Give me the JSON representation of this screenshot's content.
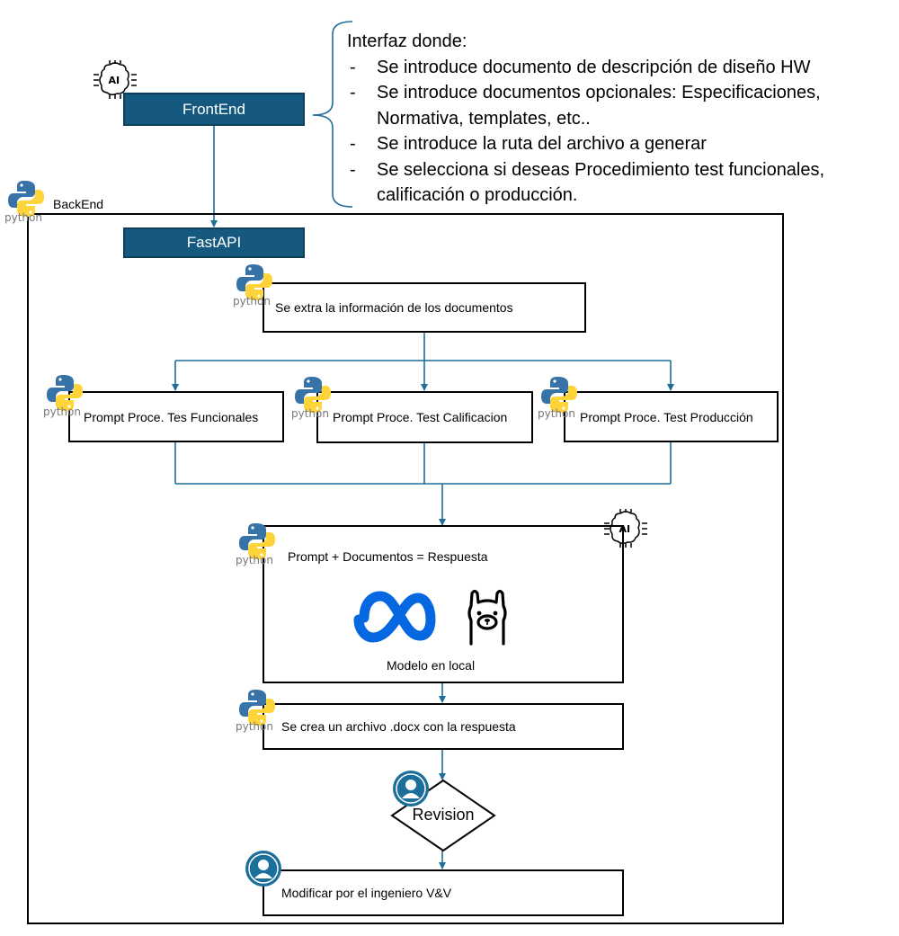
{
  "frontend": {
    "label": "FrontEnd"
  },
  "fastapi": {
    "label": "FastAPI"
  },
  "backend": {
    "label": "BackEnd"
  },
  "note": {
    "intro": "Interfaz donde:",
    "items": [
      "Se introduce documento de descripción de diseño HW",
      "Se introduce documentos opcionales: Especificaciones, Normativa, templates, etc..",
      "Se introduce la ruta del archivo a generar",
      "Se selecciona si deseas Procedimiento test funcionales, calificación o producción."
    ]
  },
  "steps": {
    "extract": "Se extra la información de los documentos",
    "prompt_functional": "Prompt Proce. Tes Funcionales",
    "prompt_qualification": "Prompt Proce. Test Calificacion",
    "prompt_production": "Prompt Proce. Test Producción",
    "model_title": "Prompt + Documentos = Respuesta",
    "model_caption": "Modelo en local",
    "docx": "Se crea un archivo .docx con la respuesta",
    "review": "Revision",
    "modify": "Modificar por el ingeniero V&V"
  },
  "icons": {
    "python_text": "python",
    "ai_text": "AI",
    "python_blue": "#3873a8",
    "python_yellow": "#ffd43b",
    "connector_color": "#1f6e9a",
    "meta_blue": "#0668e1",
    "user_icon_color": "#1b6f9a"
  }
}
